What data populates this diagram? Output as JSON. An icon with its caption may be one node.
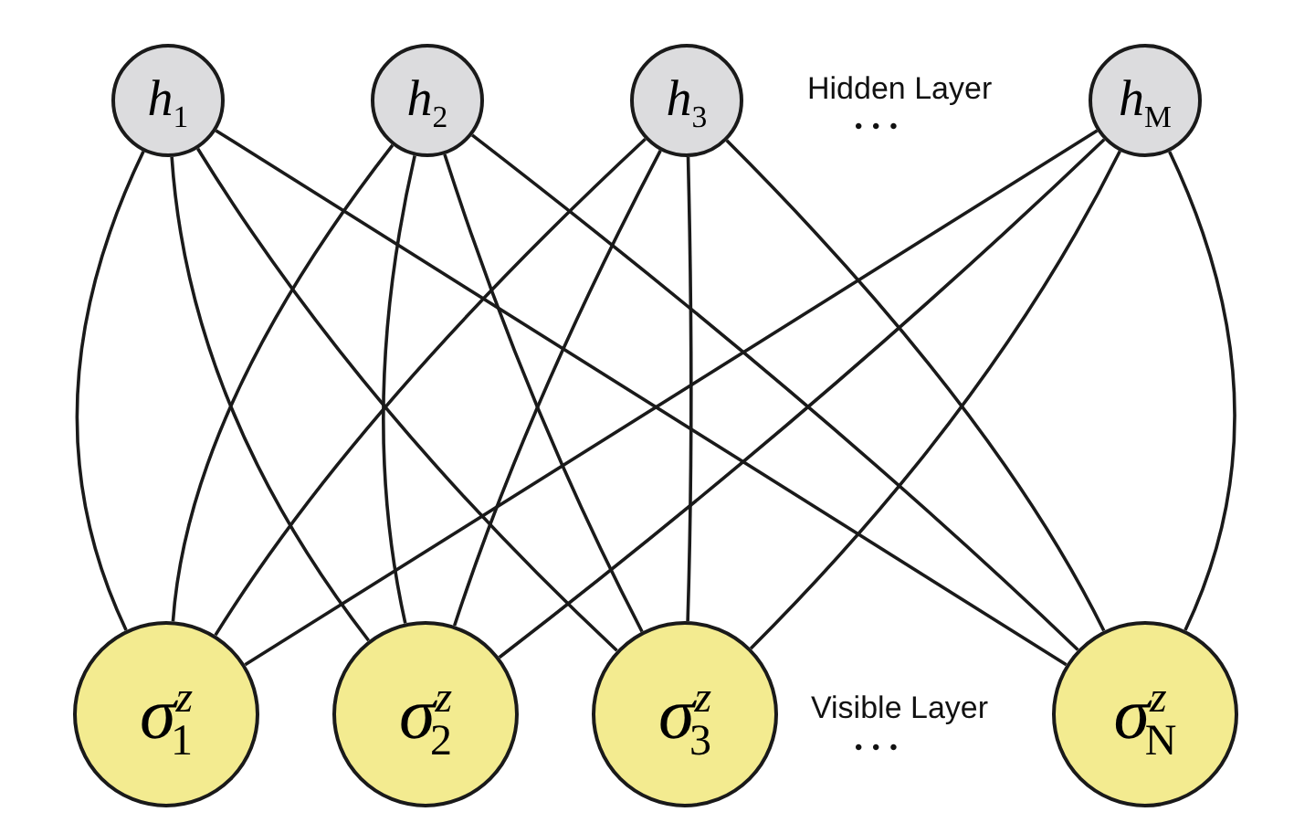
{
  "diagram": {
    "nodes": [
      {
        "text": [
          "h$_{1}$"
        ]
      },
      {
        "text": [
          "h$_{2}$"
        ]
      },
      {
        "text": [
          "h$_{3}$"
        ]
      },
      {
        "text": [
          "h$_{M}$"
        ]
      },
      {
        "text": [
          "σ$^{z}$$_{1}$"
        ]
      },
      {
        "text": [
          "σ$^{z}$$_{2}$"
        ]
      },
      {
        "text": [
          "σ$^{z}$$_{3}$"
        ]
      },
      {
        "text": [
          "σ$^{z}$$_{N}$"
        ]
      }
    ],
    "edges": [
      {
        "from": 0,
        "to": 4,
        "arrow": "none"
      },
      {
        "from": 0,
        "to": 5,
        "arrow": "none"
      },
      {
        "from": 0,
        "to": 6,
        "arrow": "none"
      },
      {
        "from": 0,
        "to": 7,
        "arrow": "none"
      },
      {
        "from": 1,
        "to": 4,
        "arrow": "none"
      },
      {
        "from": 1,
        "to": 5,
        "arrow": "none"
      },
      {
        "from": 1,
        "to": 6,
        "arrow": "none"
      },
      {
        "from": 1,
        "to": 7,
        "arrow": "none"
      },
      {
        "from": 2,
        "to": 4,
        "arrow": "none"
      },
      {
        "from": 2,
        "to": 5,
        "arrow": "none"
      },
      {
        "from": 2,
        "to": 6,
        "arrow": "none"
      },
      {
        "from": 2,
        "to": 7,
        "arrow": "none"
      },
      {
        "from": 3,
        "to": 4,
        "arrow": "none"
      },
      {
        "from": 3,
        "to": 5,
        "arrow": "none"
      },
      {
        "from": 3,
        "to": 6,
        "arrow": "none"
      },
      {
        "from": 3,
        "to": 7,
        "arrow": "none"
      }
    ],
    "labels": [
      "Hidden Layer",
      "• • •",
      "Visible Layer",
      "• • •"
    ]
  }
}
